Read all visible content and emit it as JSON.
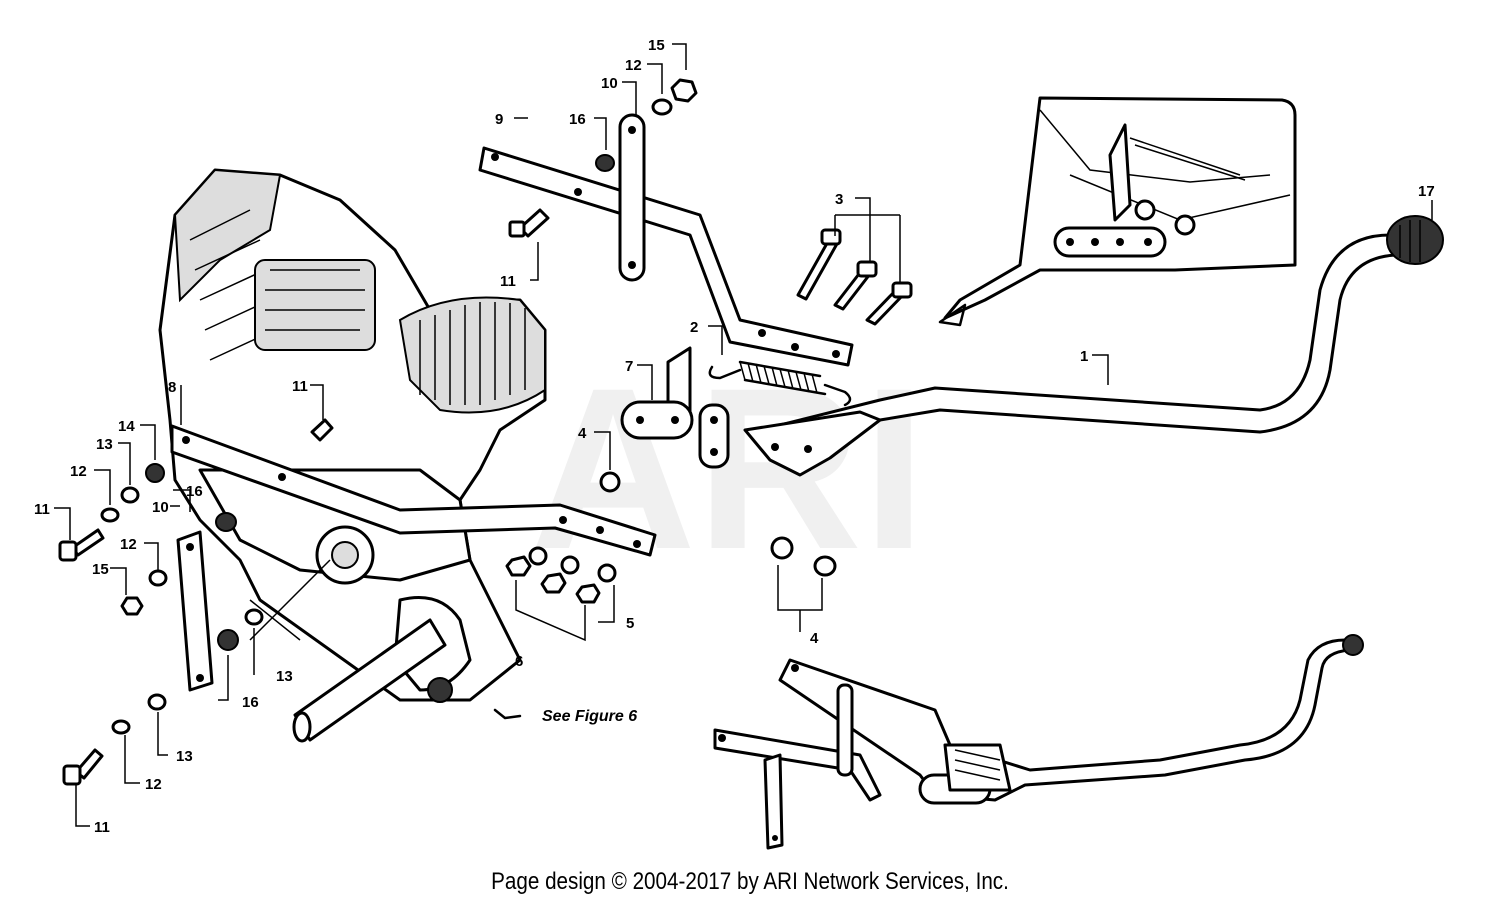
{
  "watermark": "ARI",
  "see_figure": "See Figure 6",
  "footer": "Page design © 2004-2017 by ARI Network Services, Inc.",
  "callouts": {
    "c1": "1",
    "c2": "2",
    "c3": "3",
    "c4a": "4",
    "c4b": "4",
    "c5": "5",
    "c6": "6",
    "c7": "7",
    "c8": "8",
    "c9": "9",
    "c10a": "10",
    "c10b": "10",
    "c11a": "11",
    "c11b": "11",
    "c11c": "11",
    "c11d": "11",
    "c12a": "12",
    "c12b": "12",
    "c12c": "12",
    "c12d": "12",
    "c13a": "13",
    "c13b": "13",
    "c13c": "13",
    "c14": "14",
    "c15a": "15",
    "c15b": "15",
    "c16a": "16",
    "c16b": "16",
    "c16c": "16",
    "c17": "17"
  }
}
